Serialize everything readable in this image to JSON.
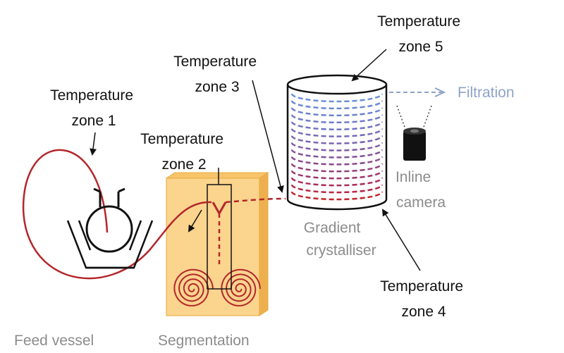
{
  "labels": {
    "zone1": [
      "Temperature",
      "zone 1"
    ],
    "zone2": [
      "Temperature",
      "zone 2"
    ],
    "zone3": [
      "Temperature",
      "zone 3"
    ],
    "zone4": [
      "Temperature",
      "zone 4"
    ],
    "zone5": [
      "Temperature",
      "zone 5"
    ],
    "filtration": "Filtration",
    "inline_camera": [
      "Inline",
      "camera"
    ],
    "gradient_crystalliser": [
      "Gradient",
      "crystalliser"
    ],
    "feed_vessel": "Feed vessel",
    "segmentation": "Segmentation"
  },
  "colors": {
    "tubing": "#b3262b",
    "segmentation_block": "#fbd48e",
    "segmentation_border": "#e8a93f",
    "crystalliser_top_band": "#6b8fd6",
    "crystalliser_bottom_band": "#c0262b",
    "filtration_arrow": "#8fa3c8",
    "camera": "#111111"
  },
  "crystalliser_band_colors": [
    "#6b8fd6",
    "#6b88d2",
    "#6c82ce",
    "#6e7bc8",
    "#7174c1",
    "#756cb9",
    "#7a64b0",
    "#7f5ca5",
    "#84539a",
    "#8b4a8c",
    "#94407c",
    "#9e366b",
    "#aa2d58",
    "#b62845",
    "#c0262b"
  ]
}
